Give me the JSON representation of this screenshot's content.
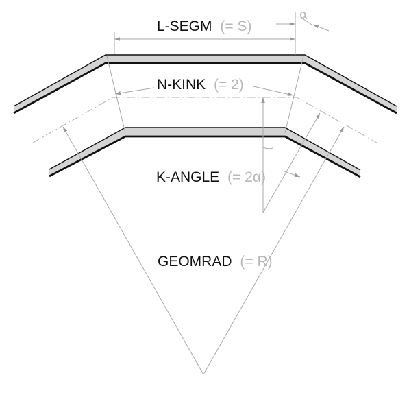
{
  "labels": {
    "lsegm": {
      "name": "L-SEGM",
      "value": "(= S)"
    },
    "nkink": {
      "name": "N-KINK",
      "value": "(= 2)"
    },
    "kangle": {
      "name": "K-ANGLE",
      "value": "(= 2α)"
    },
    "geomrad": {
      "name": "GEOMRAD",
      "value": "(= R)"
    },
    "alpha": "α"
  },
  "colors": {
    "wall_line": "#111111",
    "wall_fill": "#d4d4d4",
    "dimension_line": "#a8a8a8",
    "dimension_text": "#b8b8b8",
    "main_text": "#111111"
  }
}
